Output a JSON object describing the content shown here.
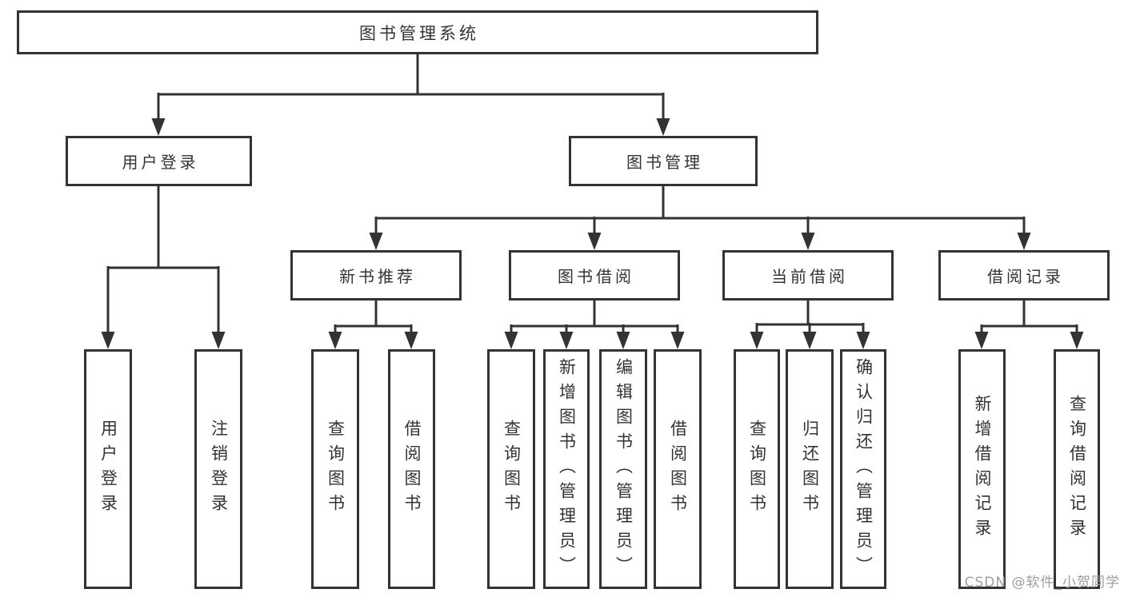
{
  "title": "图书管理系统",
  "level2": [
    {
      "label": "用户登录"
    },
    {
      "label": "图书管理"
    }
  ],
  "level3": [
    {
      "label": "新书推荐",
      "parent": "图书管理"
    },
    {
      "label": "图书借阅",
      "parent": "图书管理"
    },
    {
      "label": "当前借阅",
      "parent": "图书管理"
    },
    {
      "label": "借阅记录",
      "parent": "图书管理"
    }
  ],
  "leaves": [
    {
      "label": "用户登录",
      "parent": "用户登录"
    },
    {
      "label": "注销登录",
      "parent": "用户登录"
    },
    {
      "label": "查询图书",
      "parent": "新书推荐"
    },
    {
      "label": "借阅图书",
      "parent": "新书推荐"
    },
    {
      "label": "查询图书",
      "parent": "图书借阅"
    },
    {
      "label": "新增图书（管理员）",
      "parent": "图书借阅"
    },
    {
      "label": "编辑图书（管理员）",
      "parent": "图书借阅"
    },
    {
      "label": "借阅图书",
      "parent": "图书借阅"
    },
    {
      "label": "查询图书",
      "parent": "当前借阅"
    },
    {
      "label": "归还图书",
      "parent": "当前借阅"
    },
    {
      "label": "确认归还（管理员）",
      "parent": "当前借阅"
    },
    {
      "label": "新增借阅记录",
      "parent": "借阅记录"
    },
    {
      "label": "查询借阅记录",
      "parent": "借阅记录"
    }
  ],
  "watermark": "CSDN @软件_小贺同学",
  "colors": {
    "line": "#333333",
    "text": "#333333",
    "box_background": "#ffffff",
    "watermark": "#9e9e9e"
  }
}
